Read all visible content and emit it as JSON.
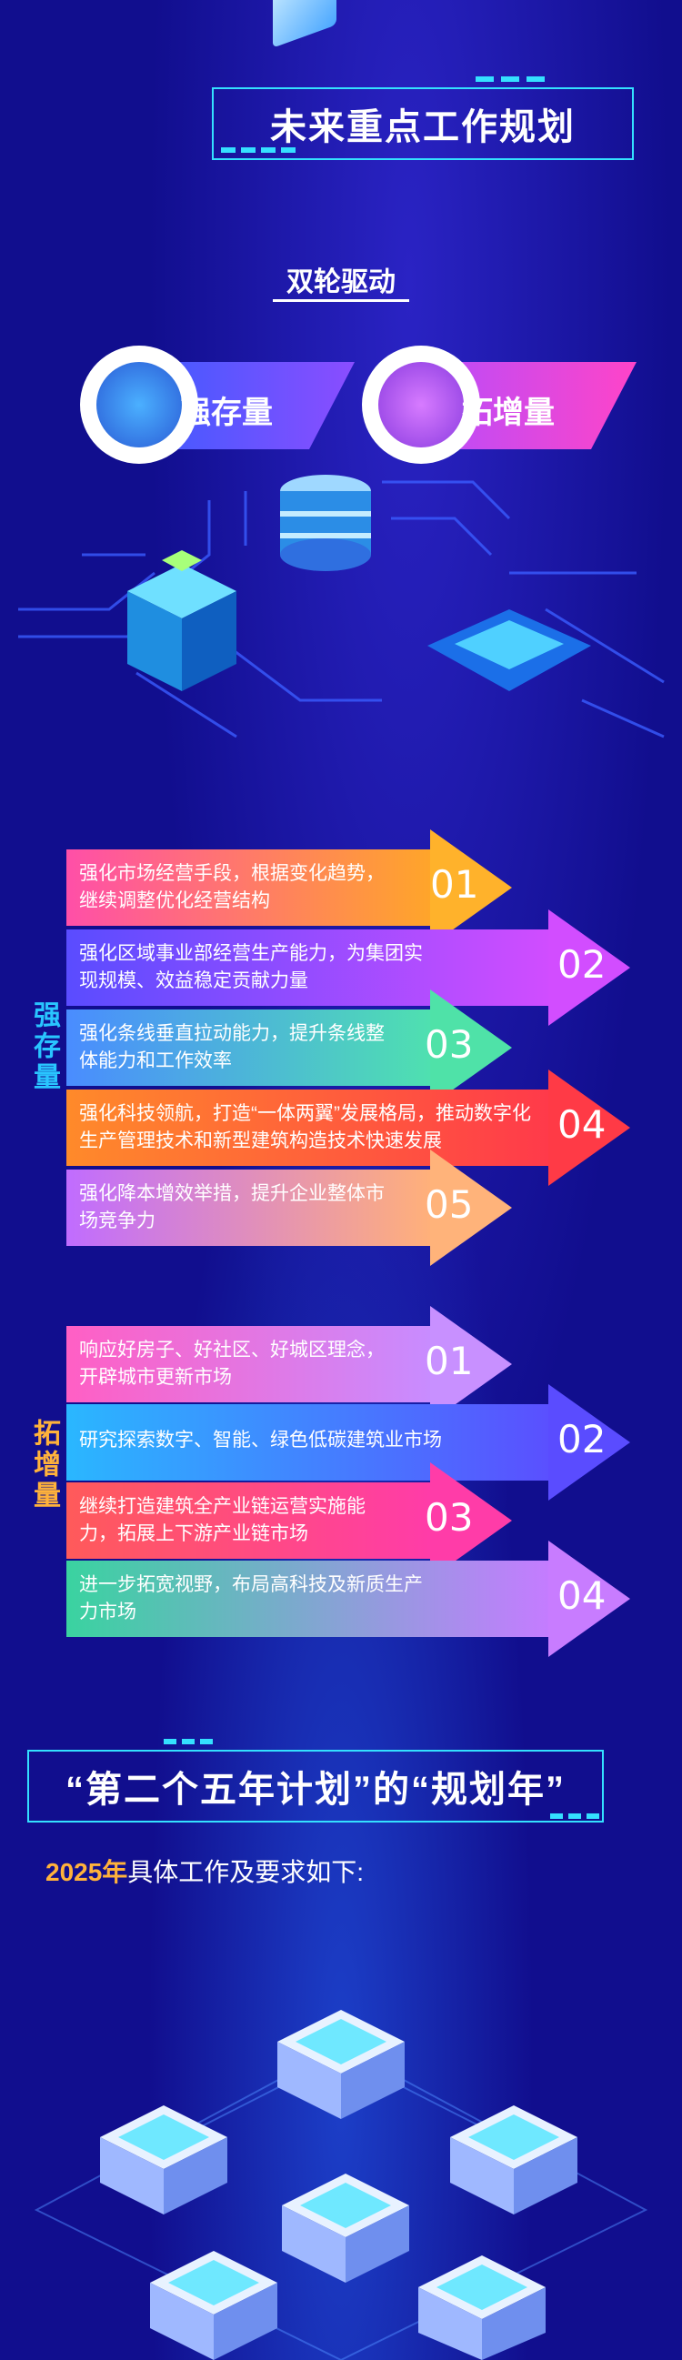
{
  "section1": {
    "title": "未来重点工作规划",
    "subtitle": "双轮驱动"
  },
  "pills": [
    {
      "label": "强存量",
      "icon": "gear-icon",
      "color": "#5b4dff"
    },
    {
      "label": "拓增量",
      "icon": "document-icon",
      "color": "#b93cff"
    }
  ],
  "group_stock": {
    "label": "强存量",
    "items": [
      {
        "text": "强化市场经营手段，根据变化趋势，继续调整优化经营结构",
        "num": "01"
      },
      {
        "text": "强化区域事业部经营生产能力，为集团实现规模、效益稳定贡献力量",
        "num": "02"
      },
      {
        "text": "强化条线垂直拉动能力，提升条线整体能力和工作效率",
        "num": "03"
      },
      {
        "text": "强化科技领航，打造“一体两翼”发展格局，推动数字化生产管理技术和新型建筑构造技术快速发展",
        "num": "04"
      },
      {
        "text": "强化降本增效举措，提升企业整体市场竞争力",
        "num": "05"
      }
    ]
  },
  "group_growth": {
    "label": "拓增量",
    "items": [
      {
        "text": "响应好房子、好社区、好城区理念，开辟城市更新市场",
        "num": "01"
      },
      {
        "text": "研究探索数字、智能、绿色低碳建筑业市场",
        "num": "02"
      },
      {
        "text": "继续打造建筑全产业链运营实施能力，拓展上下游产业链市场",
        "num": "03"
      },
      {
        "text": "进一步拓宽视野，布局高科技及新质生产力市场",
        "num": "04"
      }
    ]
  },
  "section2": {
    "title": "“第二个五年计划”的“规划年”",
    "intro_year": "2025年",
    "intro_rest": "具体工作及要求如下:"
  }
}
